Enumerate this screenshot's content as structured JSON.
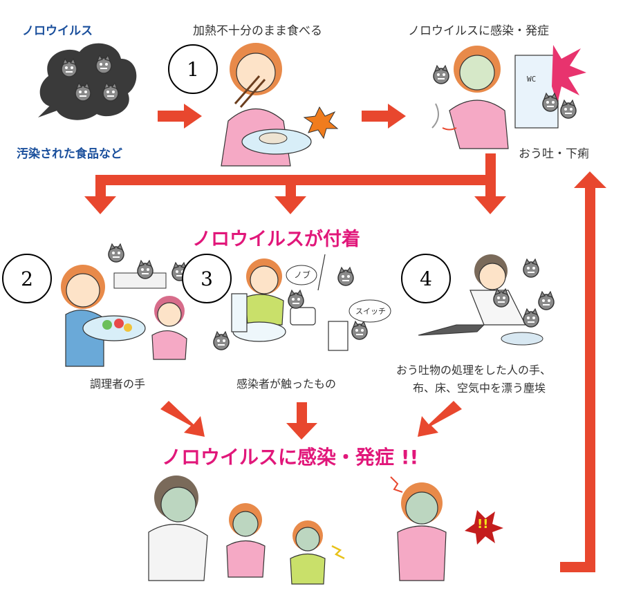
{
  "top_row": {
    "virus_title": "ノロウイルス",
    "virus_caption": "汚染された食品など",
    "eating_title": "加熱不十分のまま食べる",
    "infection_title": "ノロウイルスに感染・発症",
    "symptoms_caption": "おう吐・下痢",
    "wc_sign": "WC"
  },
  "middle": {
    "heading": "ノロウイルスが付着",
    "cook_caption": "調理者の手",
    "touched_caption": "感染者が触ったもの",
    "vomit_caption_line1": "おう吐物の処理をした人の手、",
    "vomit_caption_line2": "布、床、空気中を漂う塵埃",
    "knob_text": "ノブ",
    "switch_text": "スイッチ"
  },
  "bottom": {
    "heading": "ノロウイルスに感染・発症 !!",
    "alert_text": "!!"
  },
  "steps": [
    "1",
    "2",
    "3",
    "4"
  ],
  "colors": {
    "arrow": "#e8472e",
    "title_blue": "#1a4f9c",
    "heading_pink": "#e1177a",
    "virus_cloud": "#3a3a3a"
  }
}
